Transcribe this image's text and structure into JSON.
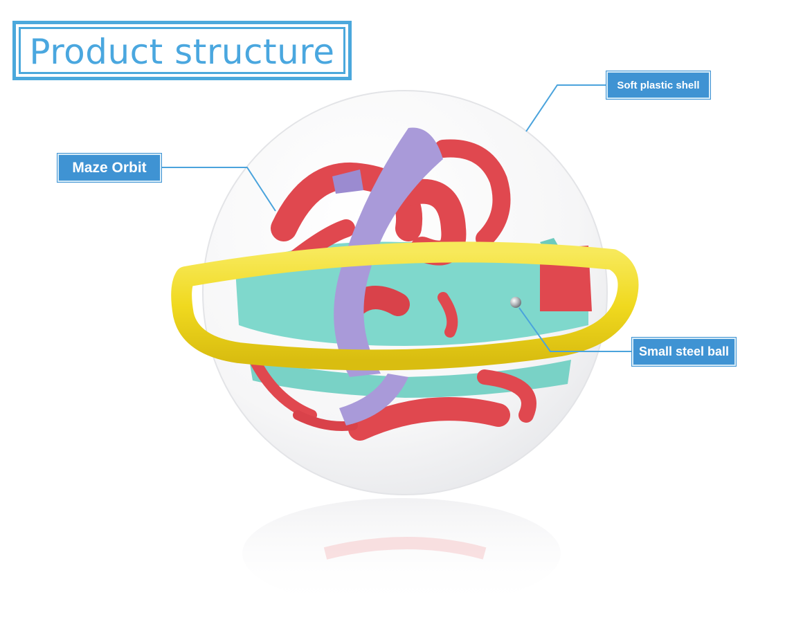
{
  "title": "Product structure",
  "callouts": {
    "maze_orbit": "Maze Orbit",
    "soft_shell": "Soft plastic shell",
    "steel_ball": "Small steel ball"
  },
  "colors": {
    "accent": "#4ba8dc",
    "callout_bg": "#3f93d3",
    "maze_red": "#e0484f",
    "maze_purple": "#a99ad9",
    "maze_teal": "#7fd8cc",
    "ring_yellow": "#f2df2e"
  }
}
